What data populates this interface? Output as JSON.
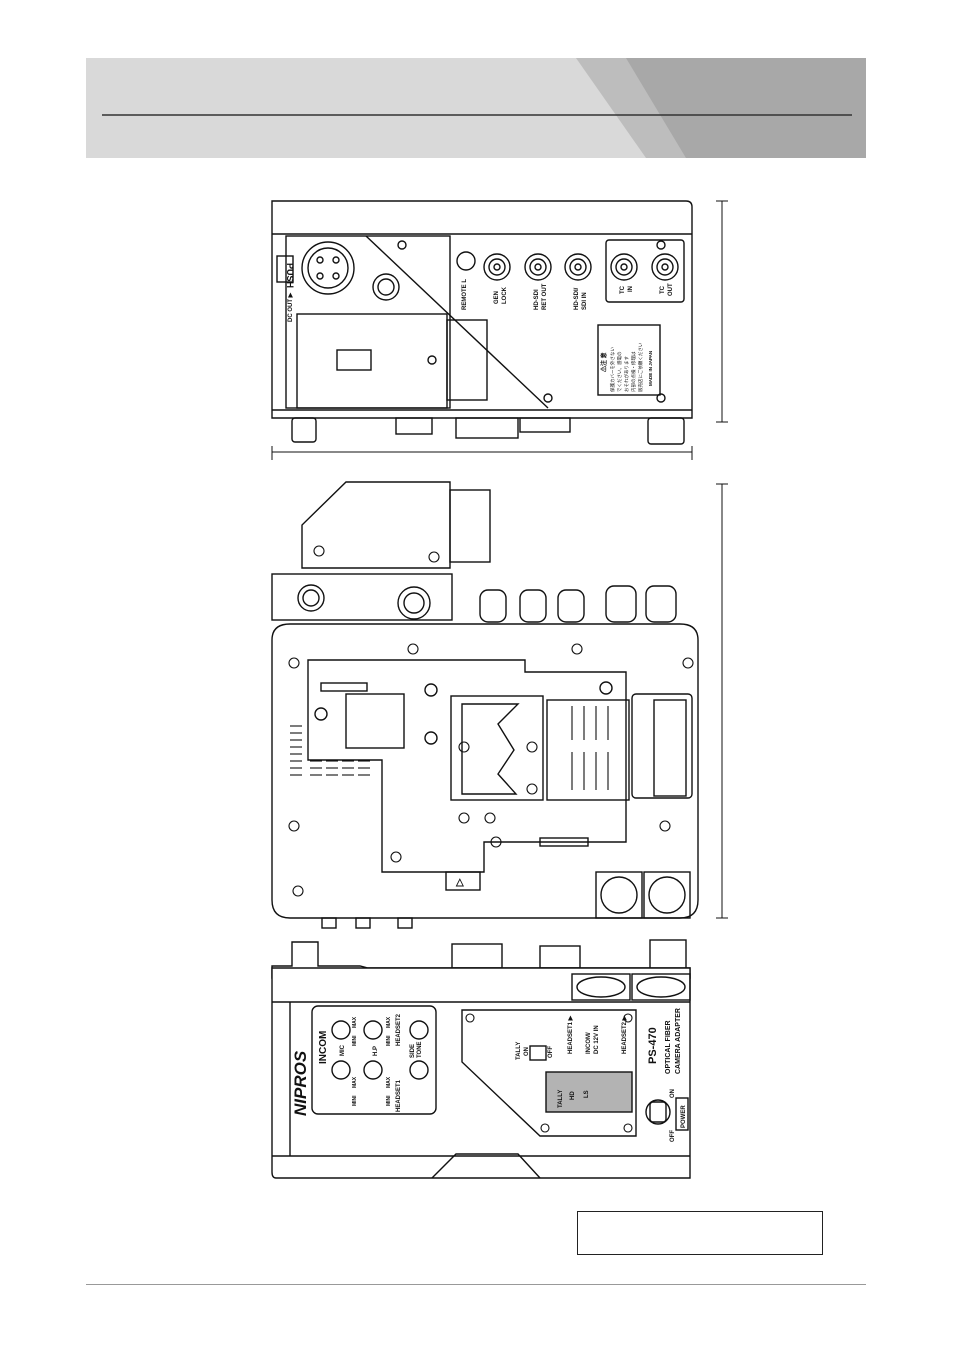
{
  "labels": {
    "push": "PUSH",
    "dc_out": "DC OUT ▶",
    "remote": "REMOTE L",
    "gen_lock": [
      "GEN",
      "LOCK"
    ],
    "hd_sdi_ret_out": [
      "HD-SDI",
      "RET OUT"
    ],
    "hd_sdi_sdi_in": [
      "HD-SDI/",
      "SDI IN"
    ],
    "tc_in": [
      "TC",
      "IN"
    ],
    "tc_out": [
      "TC",
      "OUT"
    ],
    "caution_title": "⚠注 意",
    "caution_lines": [
      "保護カバーを外さない",
      "でください。感電の",
      "おそれがあります",
      "内部の点検・修理は",
      "販売店にご依頼ください"
    ],
    "made_in": "MADE IN JAPAN",
    "brand": "NIPROS",
    "incom": "INCOM",
    "mic": "MIC",
    "hp": "H.P",
    "side_tone": [
      "SIDE",
      "TONE"
    ],
    "headset1": "HEADSET1",
    "headset2": "HEADSET2",
    "mini": "MINI",
    "max": "MAX",
    "tally": "TALLY",
    "on": "ON",
    "off": "OFF",
    "tally_leds": [
      "TALLY",
      "HD",
      "LS"
    ],
    "headset1_arrow": "HEADSET1 ▶",
    "incom_dc": [
      "INCOM/",
      "DC 12V IN"
    ],
    "headset2_arrow": "HEADSET2 ▶",
    "model": "PS-470",
    "model_desc": [
      "OPTICAL FIBER",
      "CAMERA ADAPTER"
    ],
    "power": "POWER",
    "power_on": "ON",
    "power_off": "OFF",
    "open_mark": "△"
  }
}
